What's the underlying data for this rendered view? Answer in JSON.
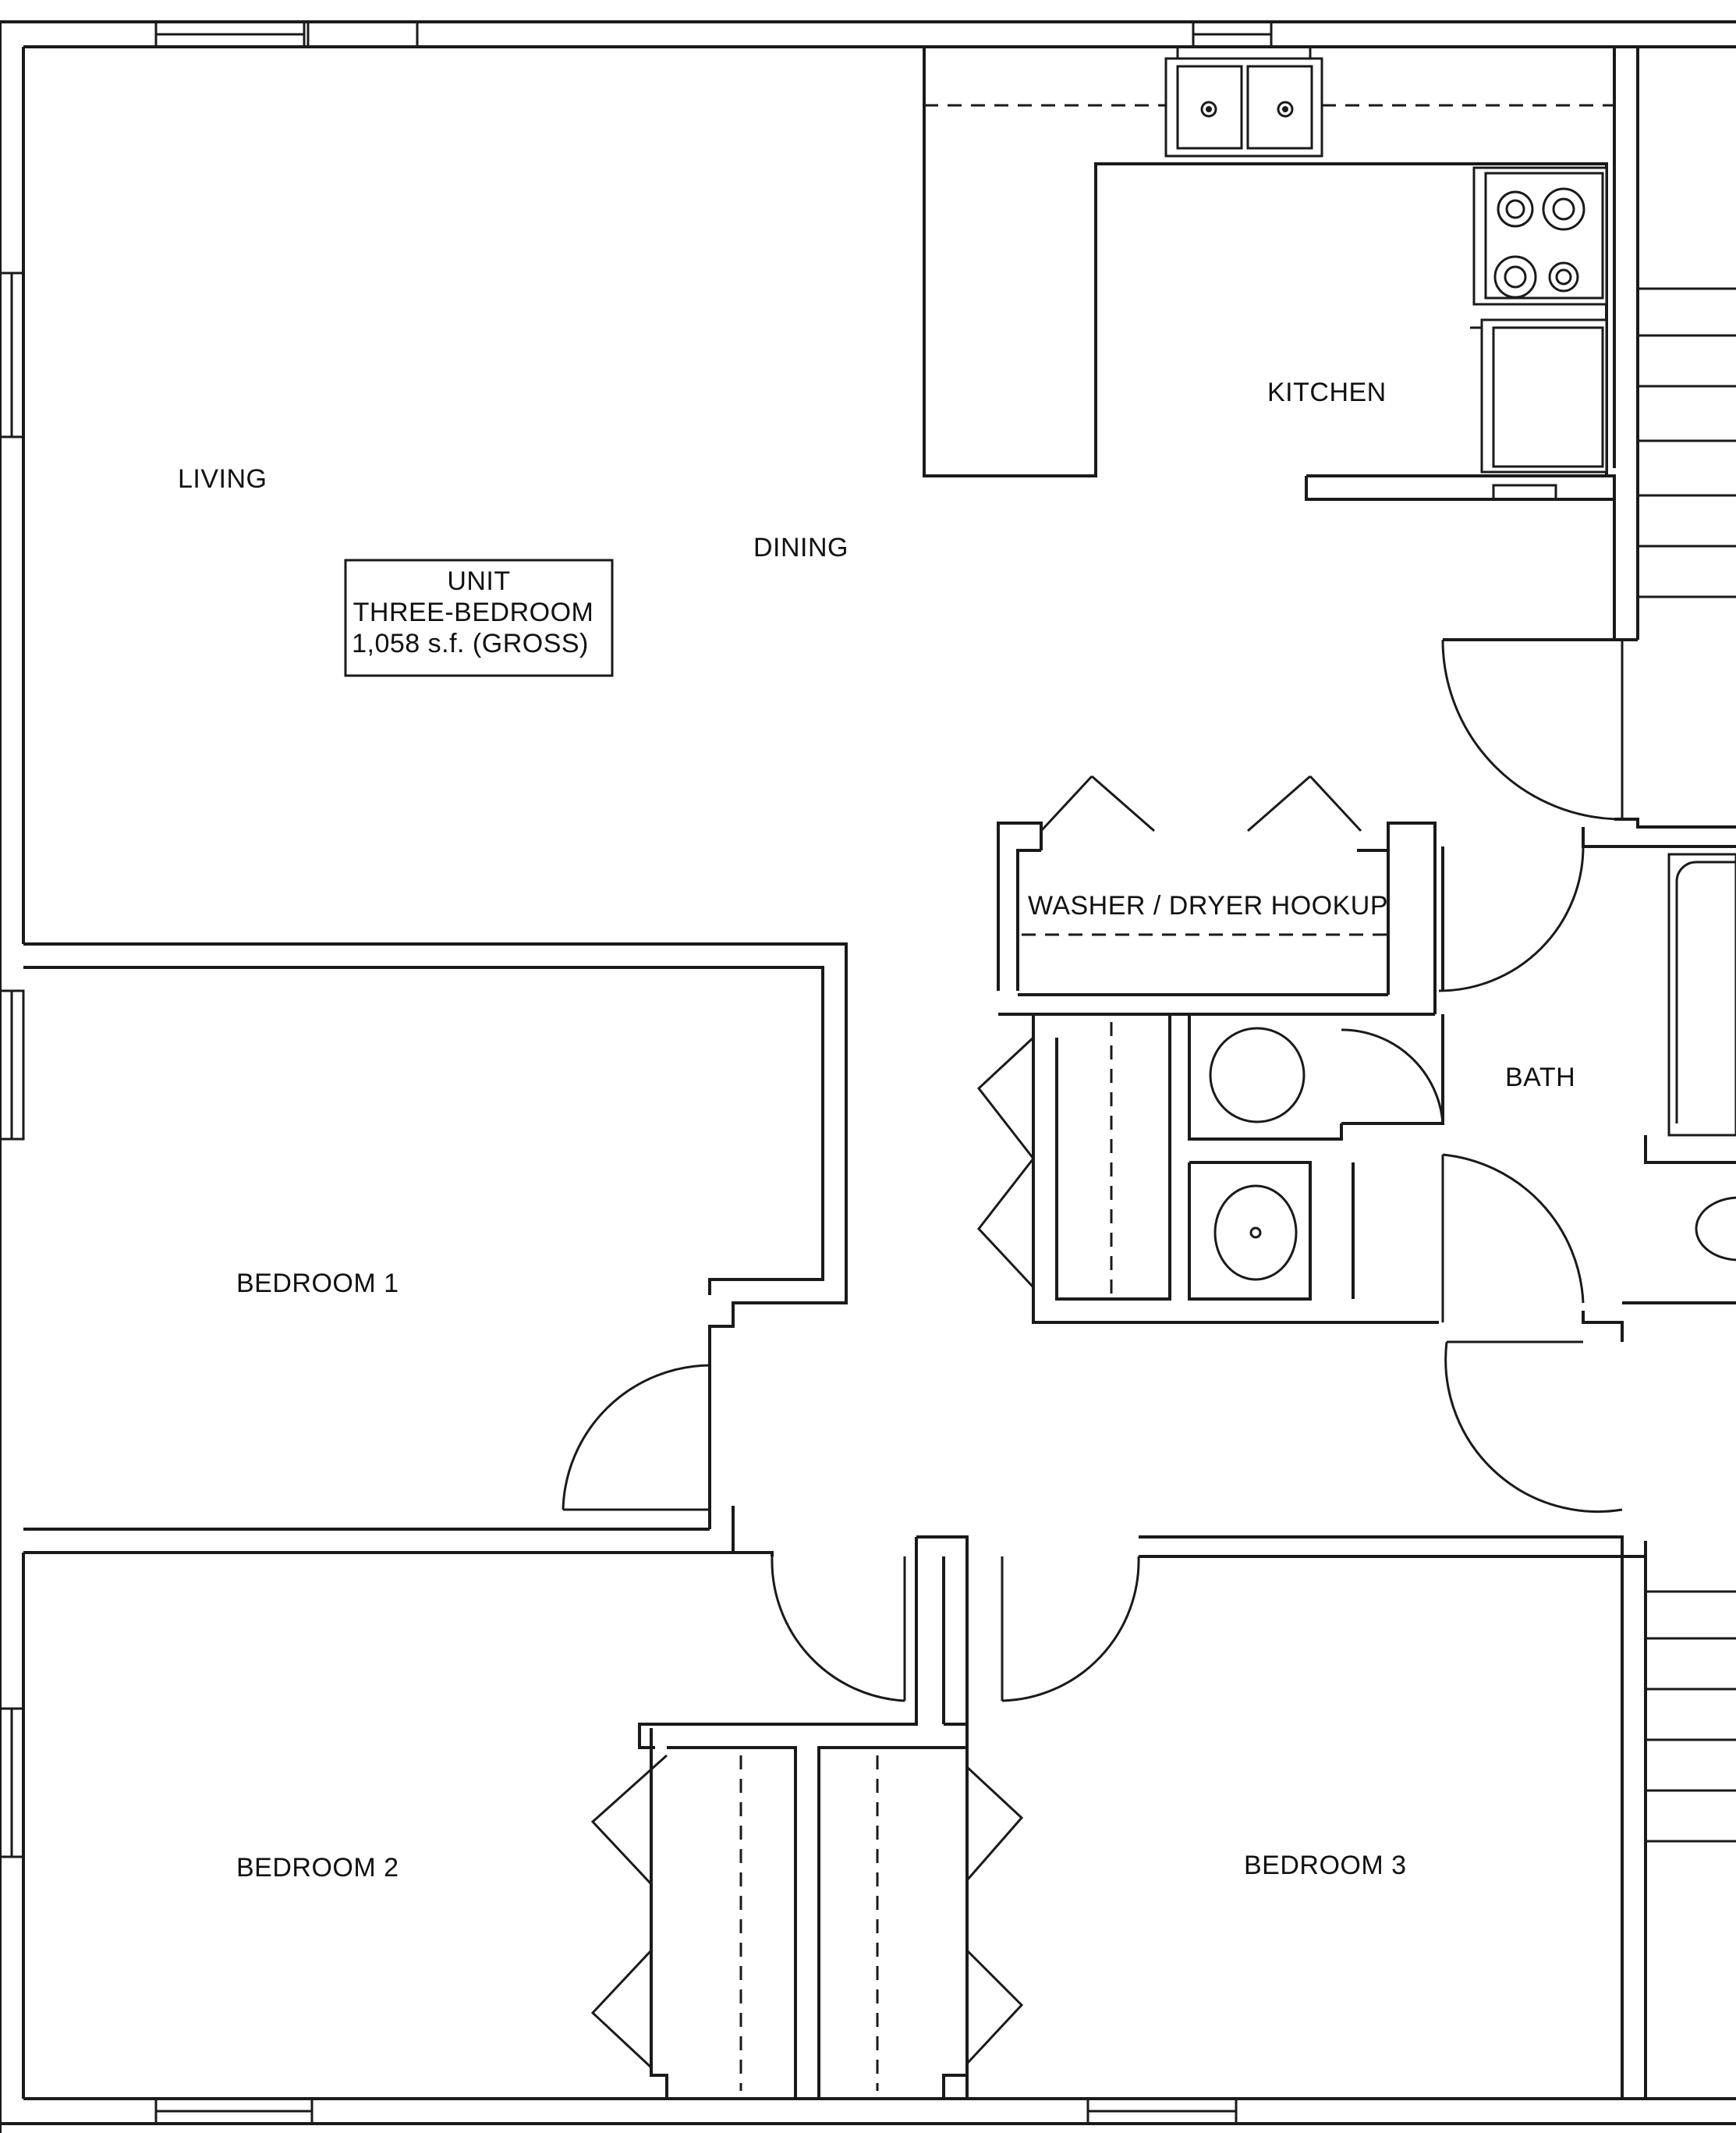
{
  "rooms": {
    "living": "LIVING",
    "dining": "DINING",
    "kitchen": "KITCHEN",
    "laundry": "WASHER / DRYER HOOKUP",
    "bath": "BATH",
    "bedroom1": "BEDROOM 1",
    "bedroom2": "BEDROOM 2",
    "bedroom3": "BEDROOM 3"
  },
  "unit_box": {
    "line1": "UNIT",
    "line2": "THREE-BEDROOM",
    "line3": "1,058 s.f. (GROSS)"
  }
}
